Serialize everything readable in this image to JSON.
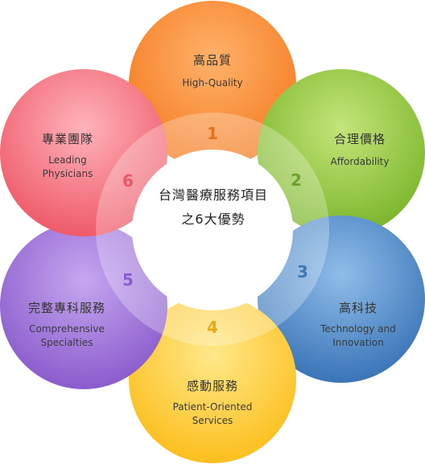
{
  "center": {
    "line1": "台灣醫療服務項目",
    "line2": "之6大優勢"
  },
  "petals": [
    {
      "number": "1",
      "title_zh": "高品質",
      "title_en": "High-Quality",
      "color": "#f68a3c"
    },
    {
      "number": "2",
      "title_zh": "合理價格",
      "title_en": "Affordability",
      "color": "#8dc63f"
    },
    {
      "number": "3",
      "title_zh": "高科技",
      "title_en": "Technology and Innovation",
      "color": "#4a86c5"
    },
    {
      "number": "4",
      "title_zh": "感動服務",
      "title_en": "Patient-Oriented Services",
      "color": "#ffcc33"
    },
    {
      "number": "5",
      "title_zh": "完整專科服務",
      "title_en": "Comprehensive Specialties",
      "color": "#9c6fd6"
    },
    {
      "number": "6",
      "title_zh": "專業團隊",
      "title_en": "Leading Physicians",
      "color": "#f26b7a"
    }
  ]
}
